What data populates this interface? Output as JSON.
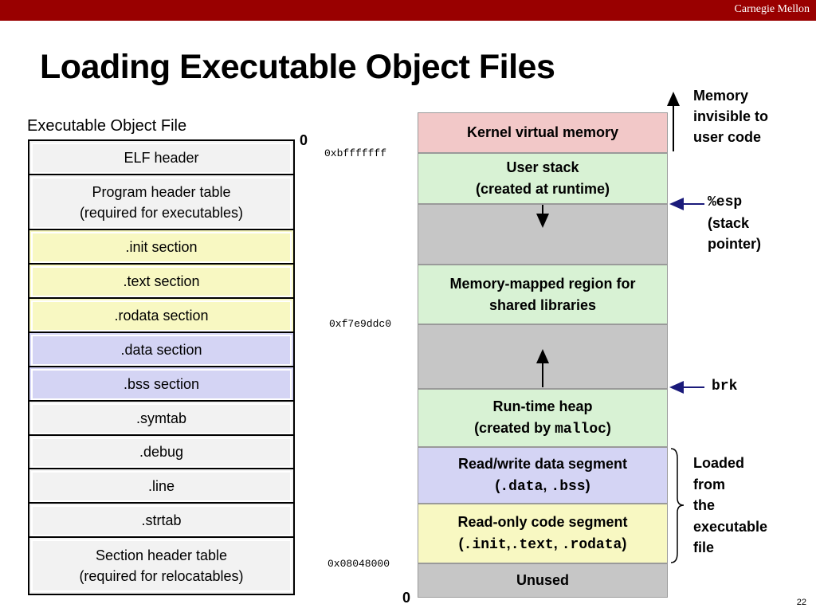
{
  "header": {
    "brand": "Carnegie Mellon"
  },
  "slide": {
    "title": "Loading Executable Object Files",
    "page_number": "22"
  },
  "elf": {
    "caption": "Executable Object File",
    "rows": [
      {
        "lines": [
          "ELF header"
        ],
        "color": "#f2f2f2"
      },
      {
        "lines": [
          "Program header table",
          "(required for executables)"
        ],
        "color": "#f2f2f2"
      },
      {
        "lines": [
          ".init section"
        ],
        "color": "#f8f8c2"
      },
      {
        "lines": [
          ".text section"
        ],
        "color": "#f8f8c2"
      },
      {
        "lines": [
          ".rodata section"
        ],
        "color": "#f8f8c2"
      },
      {
        "lines": [
          ".data section"
        ],
        "color": "#d4d4f4"
      },
      {
        "lines": [
          ".bss section"
        ],
        "color": "#d4d4f4"
      },
      {
        "lines": [
          ".symtab"
        ],
        "color": "#f2f2f2"
      },
      {
        "lines": [
          ".debug"
        ],
        "color": "#f2f2f2"
      },
      {
        "lines": [
          ".line"
        ],
        "color": "#f2f2f2"
      },
      {
        "lines": [
          ".strtab"
        ],
        "color": "#f2f2f2"
      },
      {
        "lines": [
          "Section header table",
          "(required for relocatables)"
        ],
        "color": "#f2f2f2"
      }
    ],
    "zero_label": "0"
  },
  "memory": {
    "addresses": {
      "kernel_base": "0xbfffffff",
      "shared_lib": "0xf7e9ddc0",
      "code_start": "0x08048000"
    },
    "bottom_zero": "0",
    "segments": {
      "kernel": {
        "label": "Kernel virtual memory",
        "color": "#f2c8c8"
      },
      "user_stack": {
        "line1": "User stack",
        "line2": "(created at runtime)",
        "color": "#d8f2d4"
      },
      "gap": {
        "color": "#c6c6c6"
      },
      "mmap": {
        "line1": "Memory-mapped region for",
        "line2": "shared libraries",
        "color": "#d8f2d4"
      },
      "heap": {
        "line1": "Run-time heap",
        "line2_prefix": "(created by ",
        "line2_code": "malloc",
        "line2_suffix": ")",
        "color": "#d8f2d4"
      },
      "rw_data": {
        "line1": "Read/write data segment",
        "open": "(",
        "code1": ".data",
        "sep": ", ",
        "code2": ".bss",
        "close": ")",
        "color": "#d4d4f4"
      },
      "ro_code": {
        "line1": "Read-only code segment",
        "open": "(",
        "code1": ".init",
        "sep1": ",",
        "code2": ".text",
        "sep2": ", ",
        "code3": ".rodata",
        "close": ")",
        "color": "#f8f8c2"
      },
      "unused": {
        "label": "Unused",
        "color": "#c6c6c6"
      }
    }
  },
  "annotations": {
    "kernel_note": [
      "Memory",
      "invisible to",
      "user code"
    ],
    "esp": {
      "code": "%esp",
      "lines": [
        "(stack",
        "pointer)"
      ]
    },
    "brk": "brk",
    "loaded_note": [
      "Loaded",
      "from",
      "the",
      "executable",
      "file"
    ]
  },
  "colors": {
    "accent": "#990000",
    "arrow": "#1a1a7a"
  }
}
